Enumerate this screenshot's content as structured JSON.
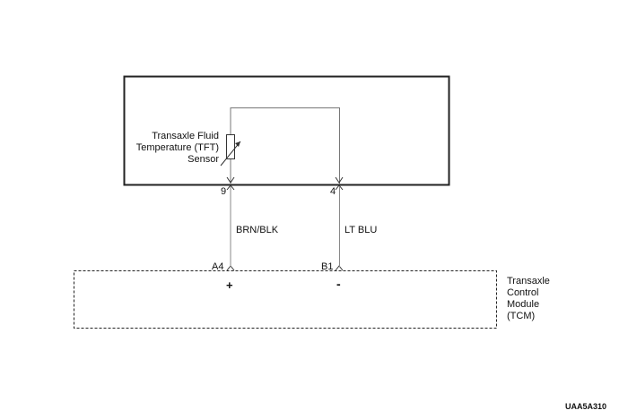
{
  "sensor": {
    "label_lines": [
      "Transaxle Fluid",
      "Temperature (TFT)",
      "Sensor"
    ]
  },
  "sensor_pins": {
    "left": "9",
    "right": "4"
  },
  "wires": {
    "left": "BRN/BLK",
    "right": "LT BLU"
  },
  "module": {
    "pins": {
      "left": "A4",
      "right": "B1"
    },
    "polarity": {
      "left": "+",
      "right": "-"
    },
    "label_lines": [
      "Transaxle",
      "Control",
      "Module",
      "(TCM)"
    ]
  },
  "figure_id": "UAA5A310"
}
